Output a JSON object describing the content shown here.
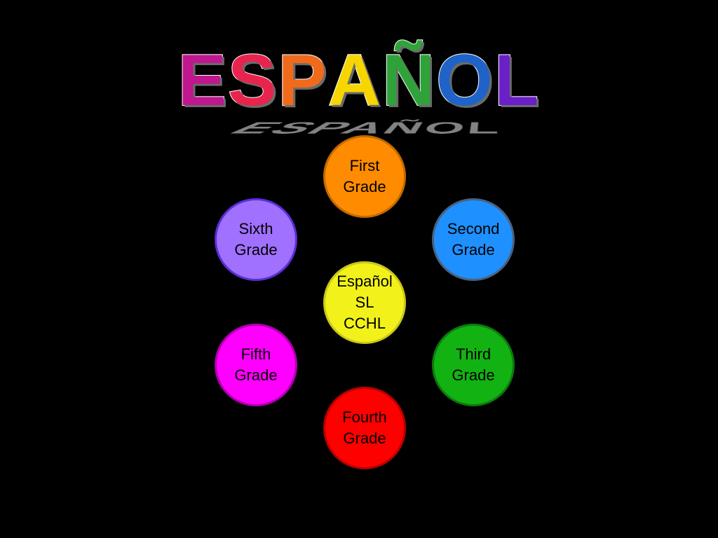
{
  "title": {
    "text": "ESPAÑOL",
    "letters": [
      {
        "char": "E",
        "color": "#c0168f"
      },
      {
        "char": "S",
        "color": "#e8244e"
      },
      {
        "char": "P",
        "color": "#f06a1c"
      },
      {
        "char": "A",
        "color": "#f7d600"
      },
      {
        "char": "Ñ",
        "color": "#2fa339"
      },
      {
        "char": "O",
        "color": "#1f63c9"
      },
      {
        "char": "L",
        "color": "#6a1fc8"
      }
    ]
  },
  "hub": {
    "label": "Español\nSL\nCCHL",
    "color": "#f2f21a",
    "border": "#c9c91a",
    "text_color": "#000000"
  },
  "grades": [
    {
      "label": "First\nGrade",
      "color": "#ff8c00",
      "border": "#c26a00",
      "text_color": "#000000"
    },
    {
      "label": "Second\nGrade",
      "color": "#1e90ff",
      "border": "#4a6080",
      "text_color": "#000000"
    },
    {
      "label": "Third\nGrade",
      "color": "#12b212",
      "border": "#0c7a0c",
      "text_color": "#000000"
    },
    {
      "label": "Fourth\nGrade",
      "color": "#ff0000",
      "border": "#b80000",
      "text_color": "#000000"
    },
    {
      "label": "Fifth\nGrade",
      "color": "#ff00ff",
      "border": "#b000b0",
      "text_color": "#000000"
    },
    {
      "label": "Sixth\nGrade",
      "color": "#a070ff",
      "border": "#5a2fd8",
      "text_color": "#000000"
    }
  ]
}
